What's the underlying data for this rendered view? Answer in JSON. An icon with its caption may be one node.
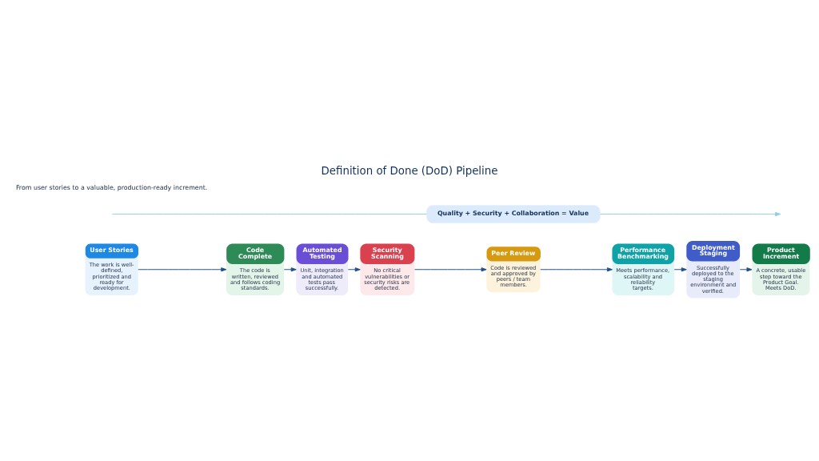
{
  "diagram": {
    "title": "Definition of Done (DoD) Pipeline",
    "nodes": [
      {
        "text": [
          "User Stories",
          "The work is well-defined, prioritized and ready for development."
        ]
      },
      {
        "text": [
          "Code Complete",
          "The code is written, reviewed and follows coding standards."
        ]
      },
      {
        "text": [
          "Automated Testing",
          "Unit, integration and automated tests pass successfully."
        ]
      },
      {
        "text": [
          "Security Scanning",
          "No critical vulnerabilities or security risks are detected."
        ]
      },
      {
        "text": [
          "Peer Review",
          "Code is reviewed and approved by peers / team members."
        ]
      },
      {
        "text": [
          "Performance Benchmarking",
          "Meets performance, scalability and reliability targets."
        ]
      },
      {
        "text": [
          "Deployment Staging",
          "Successfully deployed to the staging environment and verified."
        ]
      },
      {
        "text": [
          "Product Increment",
          "A concrete, usable step toward the Product Goal. Meets DoD."
        ]
      },
      {
        "text": [
          "Quality + Security + Collaboration = Value"
        ]
      }
    ],
    "edges": [
      {
        "from": 0,
        "to": 1,
        "arrow": "to"
      },
      {
        "from": 1,
        "to": 2,
        "arrow": "to"
      },
      {
        "from": 2,
        "to": 3,
        "arrow": "to"
      },
      {
        "from": 3,
        "to": 4,
        "arrow": "to"
      },
      {
        "from": 4,
        "to": 5,
        "arrow": "to"
      },
      {
        "from": 5,
        "to": 6,
        "arrow": "to"
      },
      {
        "from": 6,
        "to": 7,
        "arrow": "to"
      },
      {
        "from": null,
        "to": 8,
        "arrow": "none",
        "color": "#90caf9"
      },
      {
        "from": 8,
        "to": null,
        "arrow": "to",
        "color": "#90caf9"
      }
    ],
    "labels": [
      "From user stories to a valuable, production-ready increment."
    ]
  }
}
